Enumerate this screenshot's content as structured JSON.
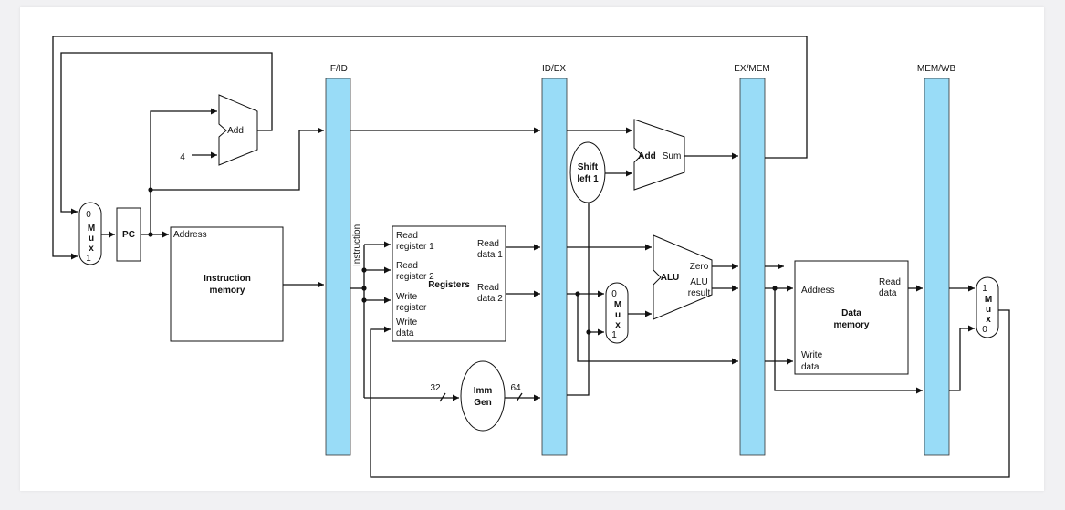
{
  "pipeline_registers": [
    "IF/ID",
    "ID/EX",
    "EX/MEM",
    "MEM/WB"
  ],
  "pc": "PC",
  "constant_4": "4",
  "adder_if": "Add",
  "adder_ex": {
    "name": "Add",
    "output": "Sum"
  },
  "shift_left": [
    "Shift",
    "left 1"
  ],
  "instruction_memory": {
    "address": "Address",
    "title": [
      "Instruction",
      "memory"
    ]
  },
  "instruction_label": "Instruction",
  "registers": {
    "title": "Registers",
    "read_reg1": [
      "Read",
      "register 1"
    ],
    "read_reg2": [
      "Read",
      "register 2"
    ],
    "write_reg": [
      "Write",
      "register"
    ],
    "write_data": [
      "Write",
      "data"
    ],
    "read_data1": [
      "Read",
      "data 1"
    ],
    "read_data2": [
      "Read",
      "data 2"
    ]
  },
  "imm_gen": {
    "title": [
      "Imm",
      "Gen"
    ],
    "in_width": "32",
    "out_width": "64"
  },
  "alu": {
    "title": "ALU",
    "zero": "Zero",
    "result": [
      "ALU",
      "result"
    ]
  },
  "data_memory": {
    "address": "Address",
    "read_data": [
      "Read",
      "data"
    ],
    "title": [
      "Data",
      "memory"
    ],
    "write_data": [
      "Write",
      "data"
    ]
  },
  "mux_pc": [
    "0",
    "M",
    "u",
    "x",
    "1"
  ],
  "mux_alu": [
    "0",
    "M",
    "u",
    "x",
    "1"
  ],
  "mux_wb": [
    "1",
    "M",
    "u",
    "x",
    "0"
  ]
}
